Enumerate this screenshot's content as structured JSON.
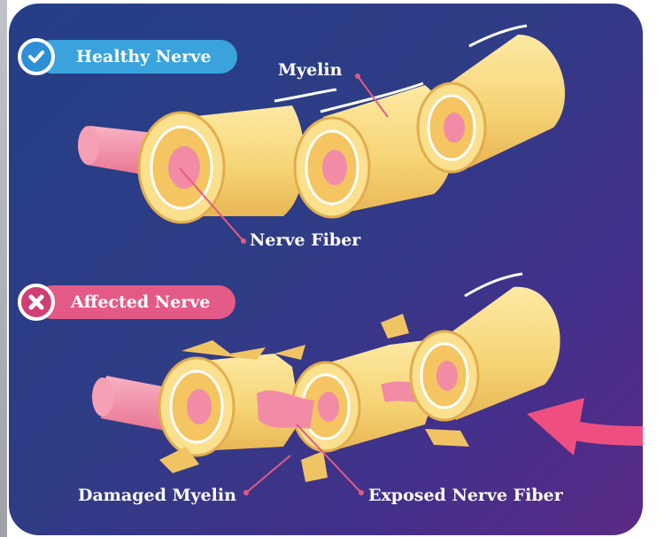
{
  "sections": {
    "healthy": {
      "title": "Healthy Nerve"
    },
    "affected": {
      "title": "Affected Nerve"
    }
  },
  "labels": {
    "myelin": "Myelin",
    "nerve_fiber": "Nerve Fiber",
    "damaged_myelin": "Damaged Myelin",
    "exposed_nerve_fiber": "Exposed Nerve Fiber"
  },
  "icons": {
    "healthy_badge": "check-icon",
    "affected_badge": "cross-icon",
    "indicator": "arrow-icon"
  },
  "colors": {
    "background_start": "#243f86",
    "background_end": "#5a2a86",
    "healthy_accent": "#3aa3dd",
    "affected_accent": "#e45a86",
    "myelin": "#f6d577",
    "nerve_fiber": "#f28ca6",
    "arrow": "#ee4f80"
  }
}
